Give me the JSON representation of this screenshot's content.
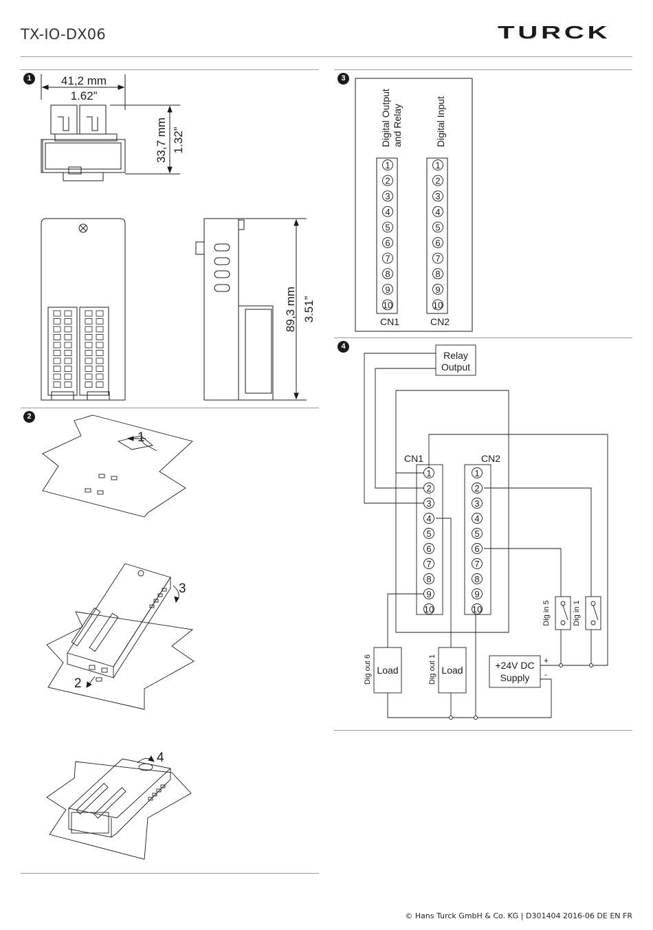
{
  "header": {
    "title": "TX-IO-DX06",
    "logo": "TURCK"
  },
  "footer": {
    "text": "© Hans Turck GmbH & Co. KG | D301404 2016-06 DE EN FR"
  },
  "sections": {
    "s1": {
      "badge": "1",
      "width_mm": "41,2 mm",
      "width_in": "1.62”",
      "depth_mm": "33,7 mm",
      "depth_in": "1.32”",
      "height_mm": "89,3 mm",
      "height_in": "3.51”"
    },
    "s2": {
      "badge": "2",
      "step1": "1",
      "step2": "2",
      "step3": "3",
      "step4": "4"
    },
    "s3": {
      "badge": "3",
      "col1_header_line1": "Digital Output",
      "col1_header_line2": "and Relay",
      "col2_header": "Digital Input",
      "cn1": "CN1",
      "cn2": "CN2",
      "pins": [
        "1",
        "2",
        "3",
        "4",
        "5",
        "6",
        "7",
        "8",
        "9",
        "10"
      ]
    },
    "s4": {
      "badge": "4",
      "relay_line1": "Relay",
      "relay_line2": "Output",
      "cn1": "CN1",
      "cn2": "CN2",
      "pins": [
        "1",
        "2",
        "3",
        "4",
        "5",
        "6",
        "7",
        "8",
        "9",
        "10"
      ],
      "load1": "Load",
      "load2": "Load",
      "dig_out6": "Dig out 6",
      "dig_out1": "Dig out 1",
      "supply_line1": "+24V DC",
      "supply_line2": "Supply",
      "plus": "+",
      "minus": "-",
      "dig_in5": "Dig in 5",
      "dig_in1": "Dig in 1"
    }
  }
}
